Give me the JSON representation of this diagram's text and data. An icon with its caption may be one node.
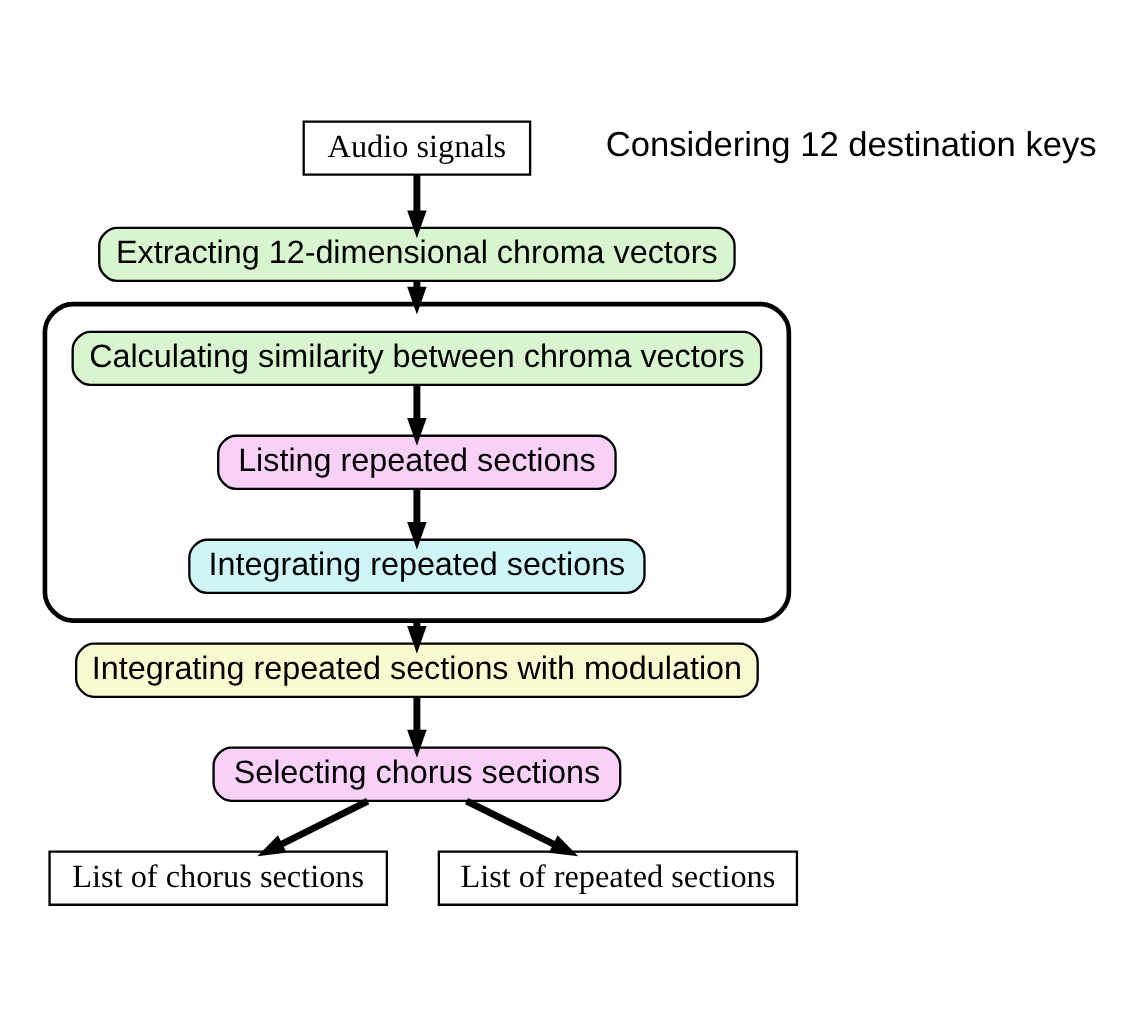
{
  "diagram": {
    "nodes": [
      {
        "text": [
          "Audio signals"
        ]
      },
      {
        "text": [
          "Extracting 12-dimensional chroma vectors"
        ]
      },
      {
        "text": [],
        "shape": "box"
      },
      {
        "text": [
          "Calculating similarity between chroma vectors"
        ],
        "in": 2
      },
      {
        "text": [
          "Listing repeated sections"
        ],
        "in": 2
      },
      {
        "text": [
          "Integrating repeated sections"
        ],
        "in": 2
      },
      {
        "text": [
          "Integrating repeated sections with modulation"
        ]
      },
      {
        "text": [
          "Selecting chorus sections"
        ]
      },
      {
        "text": [
          "List of chorus sections"
        ]
      },
      {
        "text": [
          "List of repeated sections"
        ]
      }
    ],
    "edges": [
      {
        "from": 0,
        "to": 1,
        "arrow": "to"
      },
      {
        "from": 1,
        "to": 2,
        "arrow": "to"
      },
      {
        "from": 3,
        "to": 4,
        "arrow": "to"
      },
      {
        "from": 4,
        "to": 5,
        "arrow": "to"
      },
      {
        "from": 2,
        "to": 6,
        "arrow": "to"
      },
      {
        "from": 6,
        "to": 7,
        "arrow": "to"
      },
      {
        "from": 7,
        "to": 8,
        "arrow": "to"
      },
      {
        "from": 7,
        "to": 9,
        "arrow": "to"
      }
    ],
    "labels": [
      "Considering 12 destination keys"
    ]
  }
}
